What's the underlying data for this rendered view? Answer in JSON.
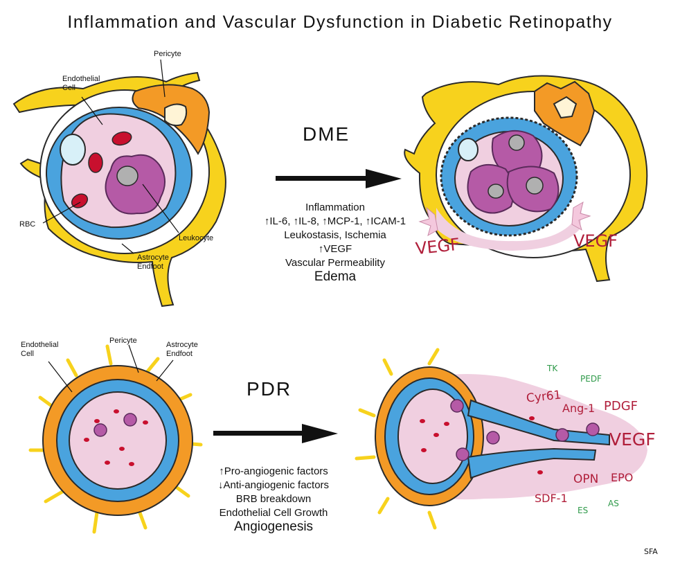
{
  "title": "Inflammation and Vascular Dysfunction in Diabetic Retinopathy",
  "dme": {
    "label": "DME",
    "cell_labels": {
      "pericyte": "Pericyte",
      "endothelial": "Endothelial\nCell",
      "rbc": "RBC",
      "leukocyte": "Leukocyte",
      "astrocyte": "Astrocyte\nEndfoot"
    },
    "lines": [
      "Inflammation",
      "↑IL-6, ↑IL-8, ↑MCP-1, ↑ICAM-1",
      "Leukostasis, Ischemia",
      "↑VEGF",
      "Vascular Permeability"
    ],
    "outcome": "Edema",
    "vegf_left": "VEGF",
    "vegf_right": "VEGF"
  },
  "pdr": {
    "label": "PDR",
    "cell_labels": {
      "endothelial": "Endothelial\nCell",
      "pericyte": "Pericyte",
      "astrocyte": "Astrocyte\nEndfoot"
    },
    "lines": [
      "↑Pro-angiogenic factors",
      "↓Anti-angiogenic factors",
      "BRB breakdown",
      "Endothelial Cell Growth"
    ],
    "outcome": "Angiogenesis",
    "factors_red": [
      "Cyr61",
      "Ang-1",
      "PDGF",
      "VEGF",
      "OPN",
      "EPO",
      "SDF-1"
    ],
    "factors_green": [
      "TK",
      "PEDF",
      "ES",
      "AS"
    ]
  },
  "signature": "SFA",
  "colors": {
    "astrocyte": "#f7d21d",
    "pericyte": "#f39a26",
    "endothelial": "#4aa3de",
    "lumen": "#f0cfe0",
    "rbc": "#c8102e",
    "leukocyte": "#b55aa6",
    "vegf": "#b01e3a",
    "green_factor": "#2f9a4a"
  }
}
